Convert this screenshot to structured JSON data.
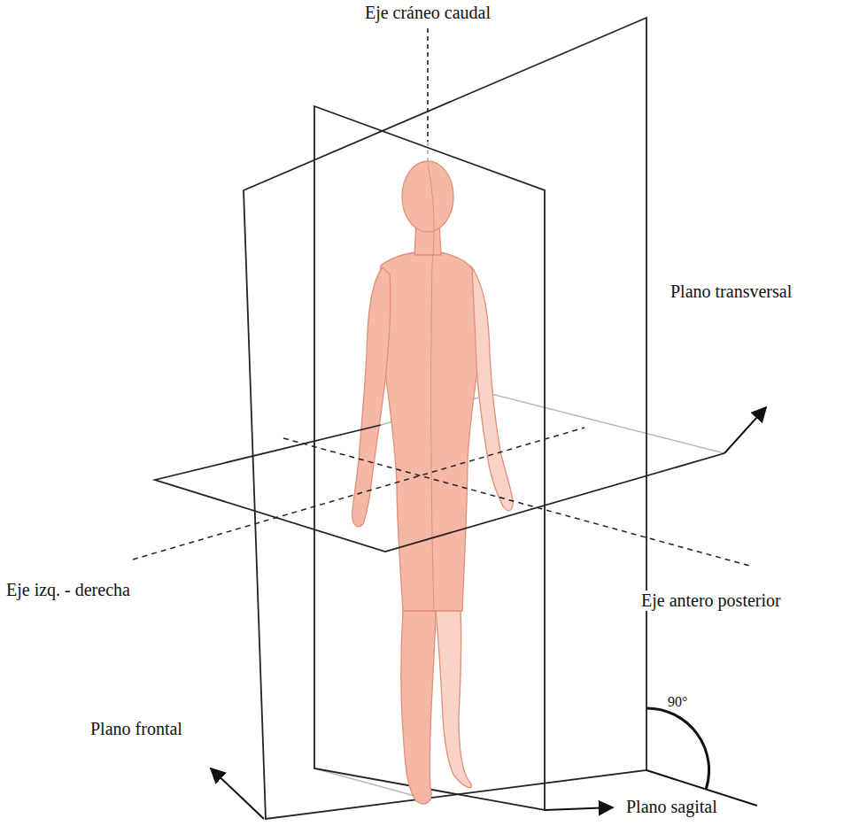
{
  "diagram": {
    "labels": [
      "Eje cráneo caudal",
      "Plano transversal",
      "Eje izq. - derecha",
      "Eje antero posterior",
      "90°",
      "Plano frontal",
      "Plano sagital"
    ]
  }
}
